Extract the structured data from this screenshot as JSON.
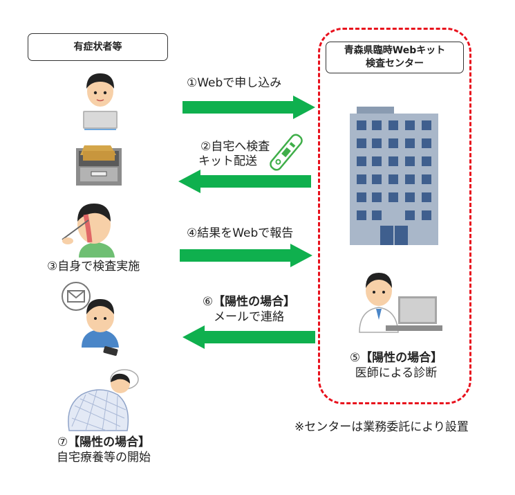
{
  "left_header": "有症状者等",
  "center_header_line1": "青森県臨時Webキット",
  "center_header_line2": "検査センター",
  "step1": "①Webで申し込み",
  "step2_line1": "②自宅へ検査",
  "step2_line2": "キット配送",
  "step3": "③自身で検査実施",
  "step4": "④結果をWebで報告",
  "step5_num": "⑤",
  "step5_bold": "【陽性の場合】",
  "step5_line2": "医師による診断",
  "step6_num": "⑥",
  "step6_bold": "【陽性の場合】",
  "step6_line2": "メールで連絡",
  "step7_num": "⑦",
  "step7_bold": "【陽性の場合】",
  "step7_line2": "自宅療養等の開始",
  "note": "※センターは業務委託により設置",
  "colors": {
    "arrow": "#0fb04e",
    "dashed_border": "#e8101c",
    "building": "#a9b7c9",
    "window": "#3f5f8e"
  }
}
